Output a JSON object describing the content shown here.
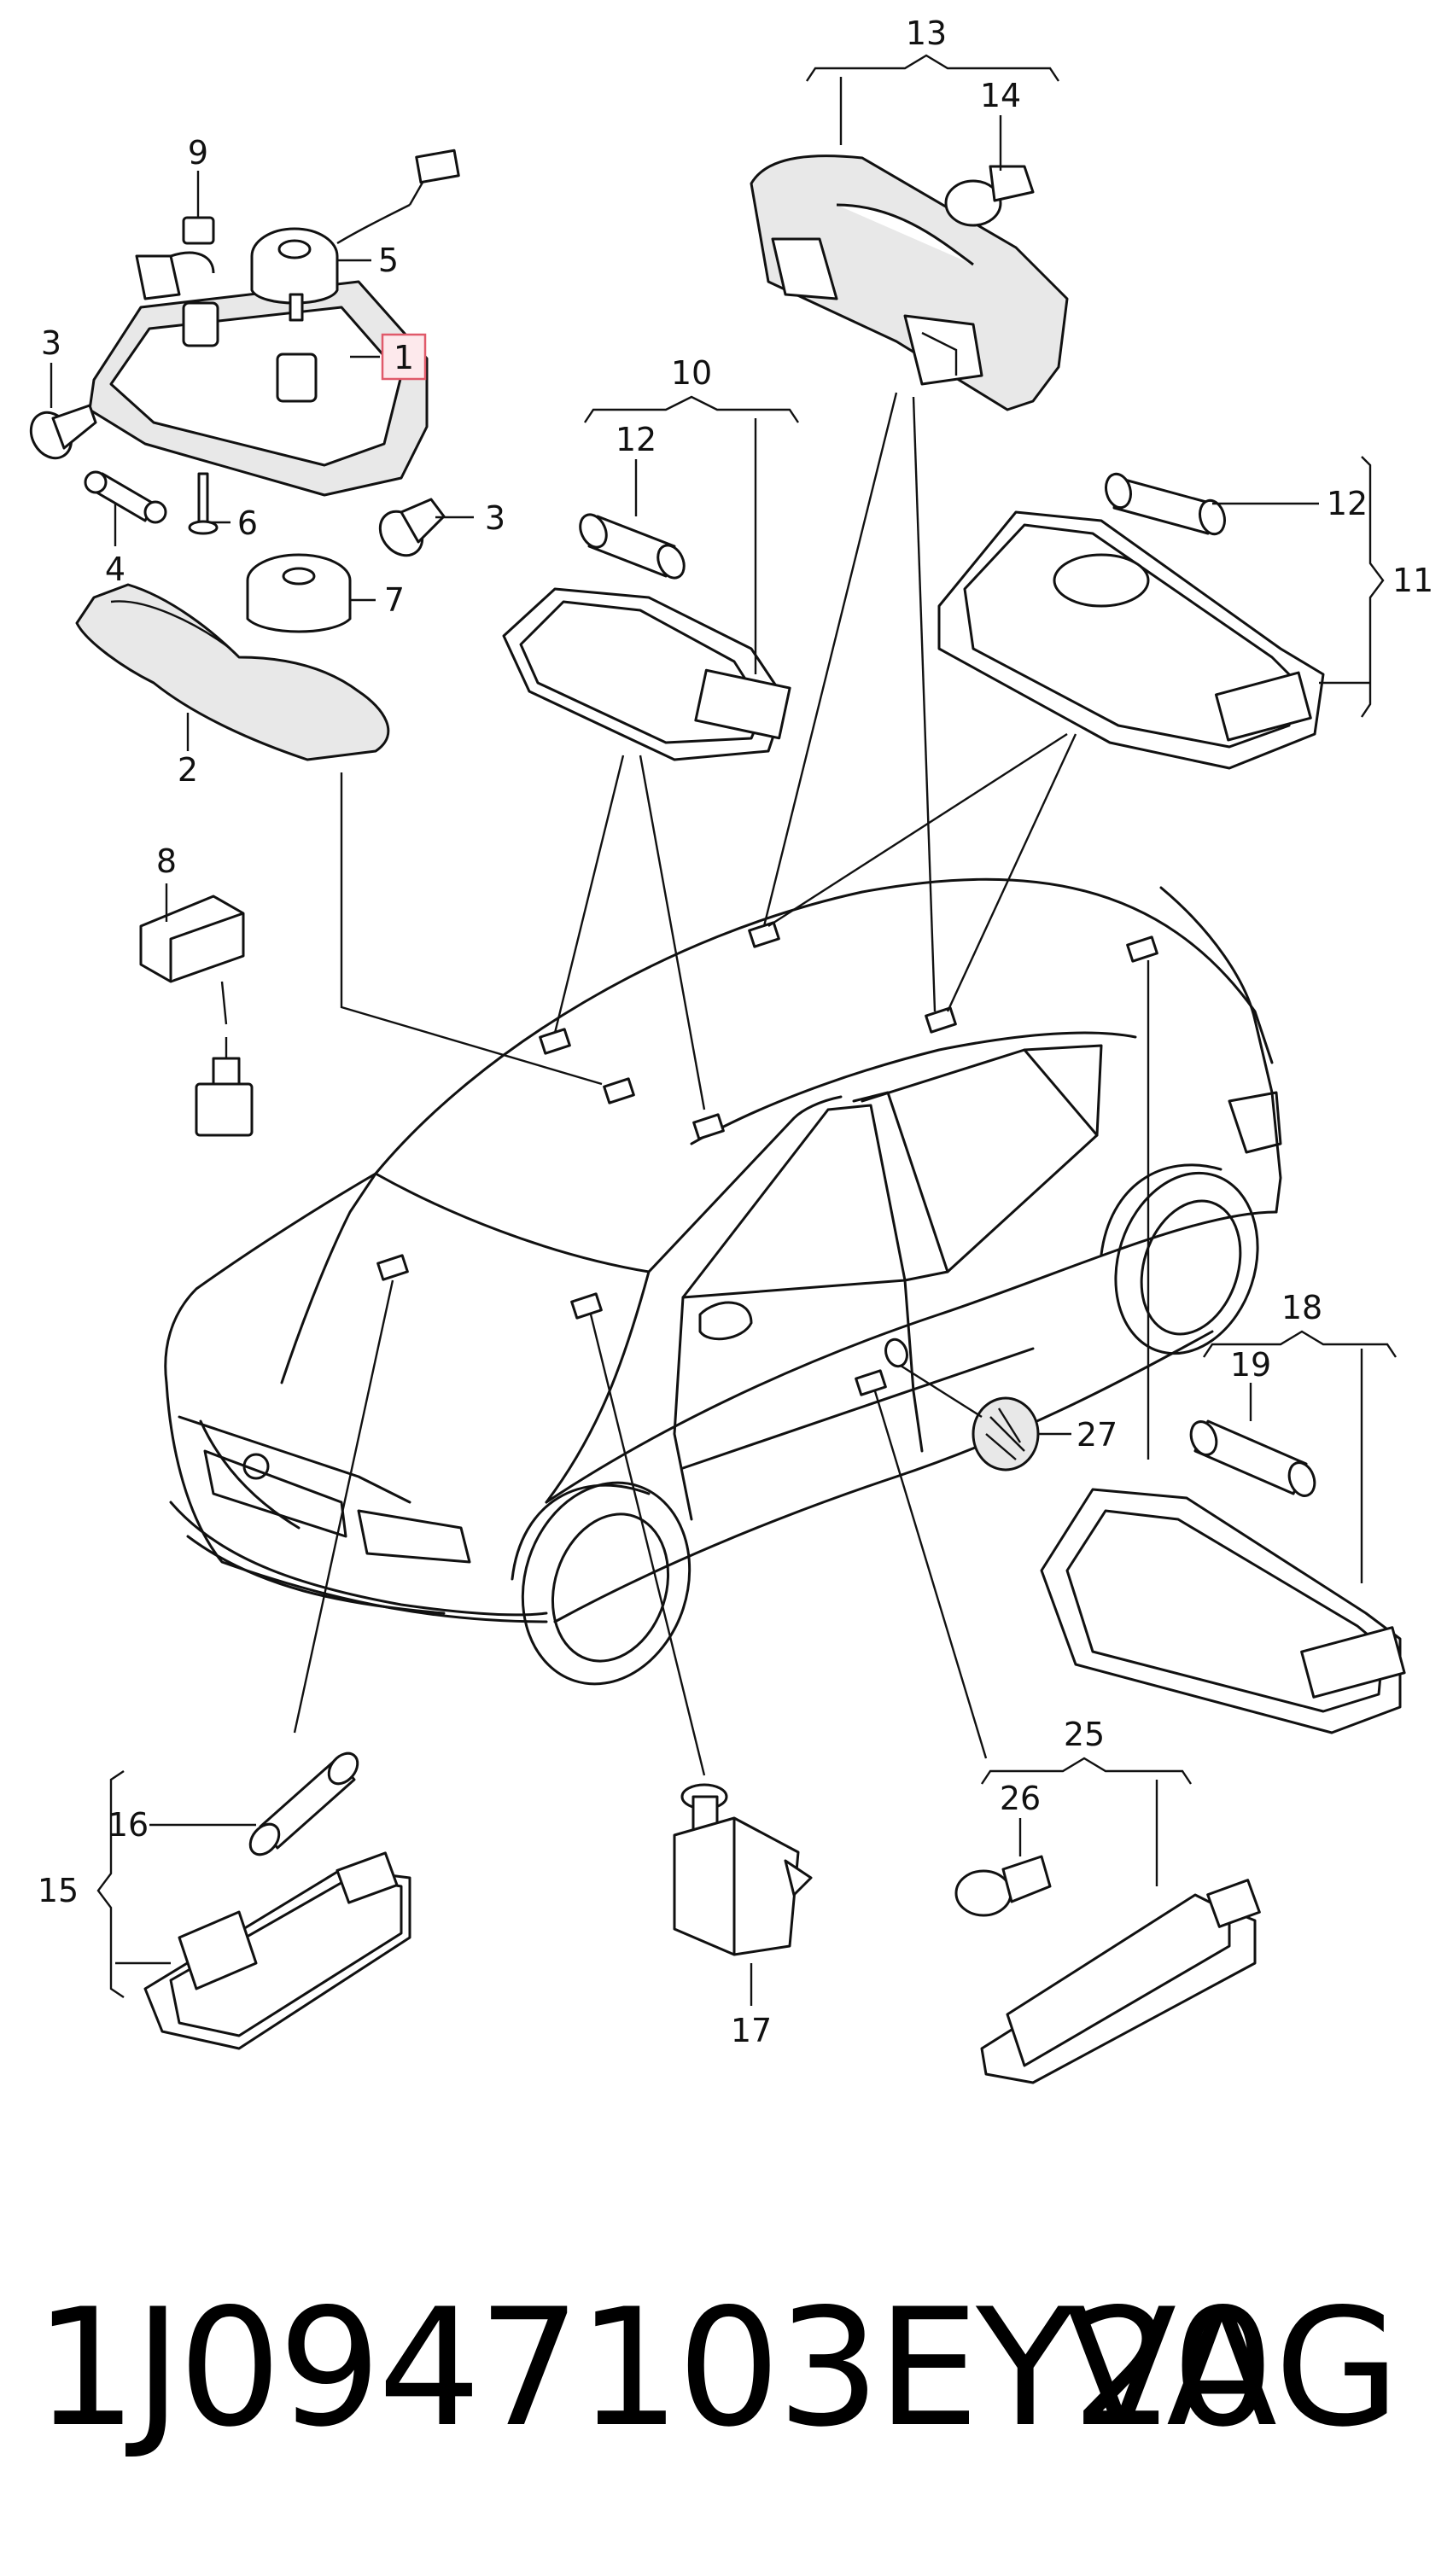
{
  "callouts": {
    "c1": "1",
    "c2": "2",
    "c3a": "3",
    "c3b": "3",
    "c4": "4",
    "c5": "5",
    "c6": "6",
    "c7": "7",
    "c8": "8",
    "c9": "9",
    "c10": "10",
    "c11": "11",
    "c12a": "12",
    "c12b": "12",
    "c13": "13",
    "c14": "14",
    "c15": "15",
    "c16": "16",
    "c17": "17",
    "c18": "18",
    "c19": "19",
    "c25": "25",
    "c26": "26",
    "c27": "27"
  },
  "highlight_color": "#e05a6a",
  "footer": {
    "part_number": "1J0947103EY20",
    "brand": "VAG"
  }
}
